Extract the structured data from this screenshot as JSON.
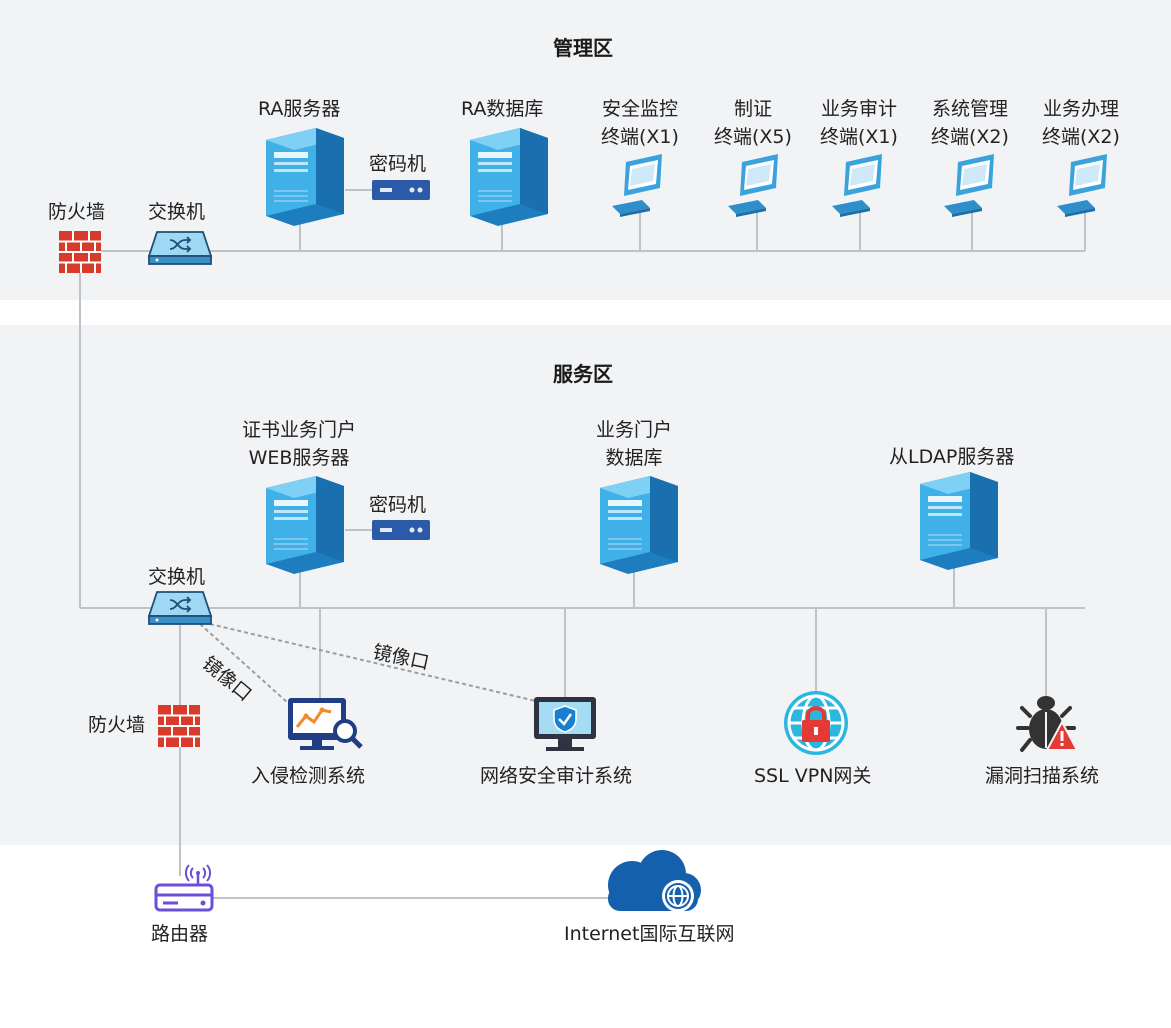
{
  "zones": {
    "management": "管理区",
    "service": "服务区"
  },
  "management": {
    "firewall": "防火墙",
    "switch": "交换机",
    "ra_server": "RA服务器",
    "cipher_machine": "密码机",
    "ra_database": "RA数据库",
    "terminals": [
      {
        "line1": "安全监控",
        "line2": "终端(X1)"
      },
      {
        "line1": "制证",
        "line2": "终端(X5)"
      },
      {
        "line1": "业务审计",
        "line2": "终端(X1)"
      },
      {
        "line1": "系统管理",
        "line2": "终端(X2)"
      },
      {
        "line1": "业务办理",
        "line2": "终端(X2)"
      }
    ]
  },
  "service": {
    "portal_web_server": {
      "line1": "证书业务门户",
      "line2": "WEB服务器"
    },
    "cipher_machine": "密码机",
    "portal_database": {
      "line1": "业务门户",
      "line2": "数据库"
    },
    "ldap_server": "从LDAP服务器",
    "switch": "交换机",
    "mirror_port_1": "镜像口",
    "mirror_port_2": "镜像口",
    "firewall": "防火墙",
    "ids": "入侵检测系统",
    "audit_system": "网络安全审计系统",
    "ssl_vpn": "SSL VPN网关",
    "vuln_scan": "漏洞扫描系统"
  },
  "external": {
    "router": "路由器",
    "internet": "Internet国际互联网"
  },
  "colors": {
    "zone_bg": "#f2f3f5",
    "line": "#bfc3c7",
    "server_front": "#3aa3dd",
    "server_side": "#1e7dbf",
    "firewall": "#d63b2b",
    "cloud": "#1560ad",
    "router": "#6b4fd8",
    "vpn": "#2bb6e0",
    "alert": "#e53935"
  }
}
